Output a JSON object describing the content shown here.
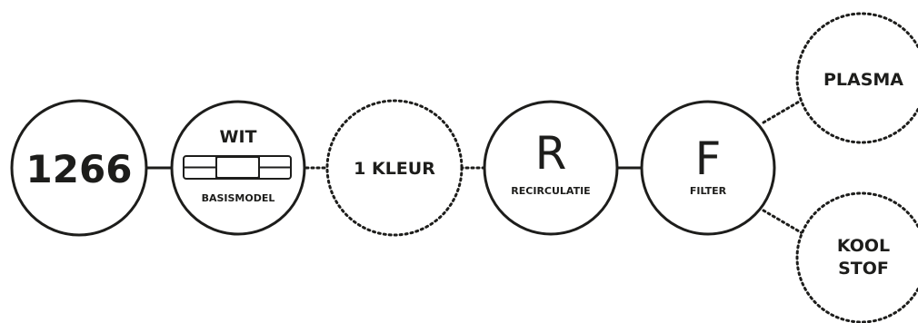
{
  "colors": {
    "stroke": "#1d1d1b",
    "background": "#ffffff"
  },
  "nodes": {
    "model_number": {
      "label": "1266",
      "style": "solid"
    },
    "color": {
      "title": "WIT",
      "subtitle": "BASISMODEL",
      "icon": "hood-front-icon",
      "style": "solid"
    },
    "one_color": {
      "label": "1 KLEUR",
      "style": "dotted"
    },
    "recirculation": {
      "letter": "R",
      "label": "RECIRCULATIE",
      "style": "solid"
    },
    "filter": {
      "letter": "F",
      "label": "FILTER",
      "style": "solid"
    },
    "plasma": {
      "label": "PLASMA",
      "style": "dotted"
    },
    "carbon": {
      "label_line1": "KOOL",
      "label_line2": "STOF",
      "style": "dotted"
    }
  }
}
